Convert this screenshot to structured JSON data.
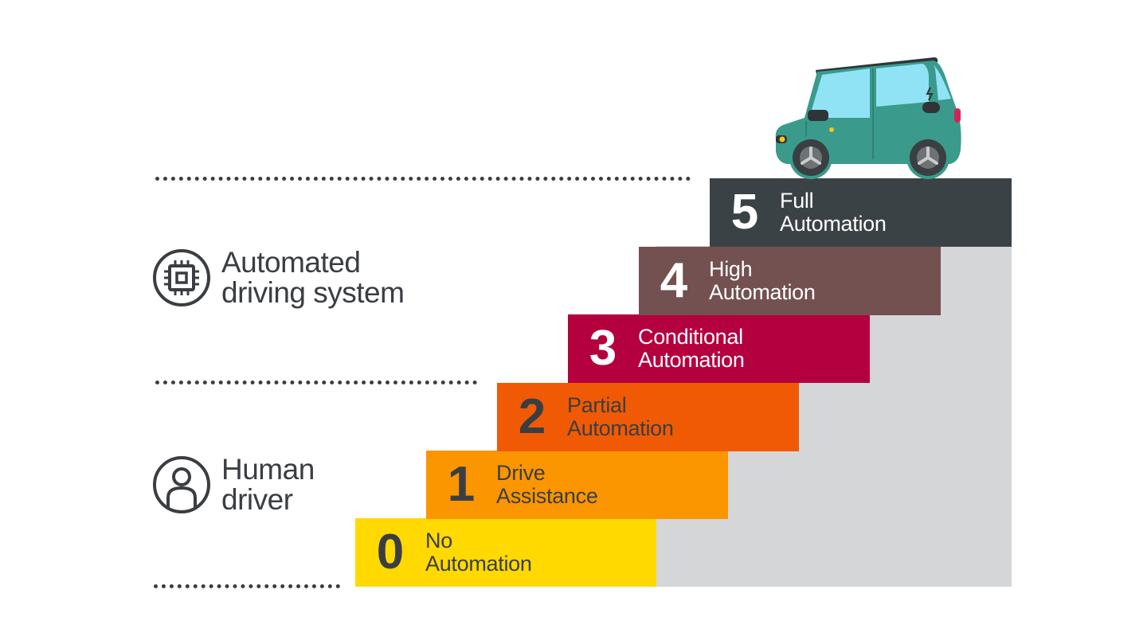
{
  "levels": [
    {
      "number": "0",
      "line1": "No",
      "line2": "Automation",
      "bg": "#ffd900",
      "fg": "#3a3e42"
    },
    {
      "number": "1",
      "line1": "Drive",
      "line2": "Assistance",
      "bg": "#fb9500",
      "fg": "#3a3e42"
    },
    {
      "number": "2",
      "line1": "Partial",
      "line2": "Automation",
      "bg": "#f15a04",
      "fg": "#3a3e42"
    },
    {
      "number": "3",
      "line1": "Conditional",
      "line2": "Automation",
      "bg": "#b4003e",
      "fg": "#ffffff"
    },
    {
      "number": "4",
      "line1": "High",
      "line2": "Automation",
      "bg": "#735150",
      "fg": "#ffffff"
    },
    {
      "number": "5",
      "line1": "Full",
      "line2": "Automation",
      "bg": "#3b4245",
      "fg": "#ffffff"
    }
  ],
  "groups": {
    "automated": {
      "line1": "Automated",
      "line2": "driving system",
      "icon": "chip-icon"
    },
    "human": {
      "line1": "Human",
      "line2": "driver",
      "icon": "person-icon"
    }
  },
  "colors": {
    "backdrop": "#d5d6d8",
    "text": "#3a3e42",
    "car_body": "#3a9a8c",
    "car_window": "#8fe3f5"
  }
}
